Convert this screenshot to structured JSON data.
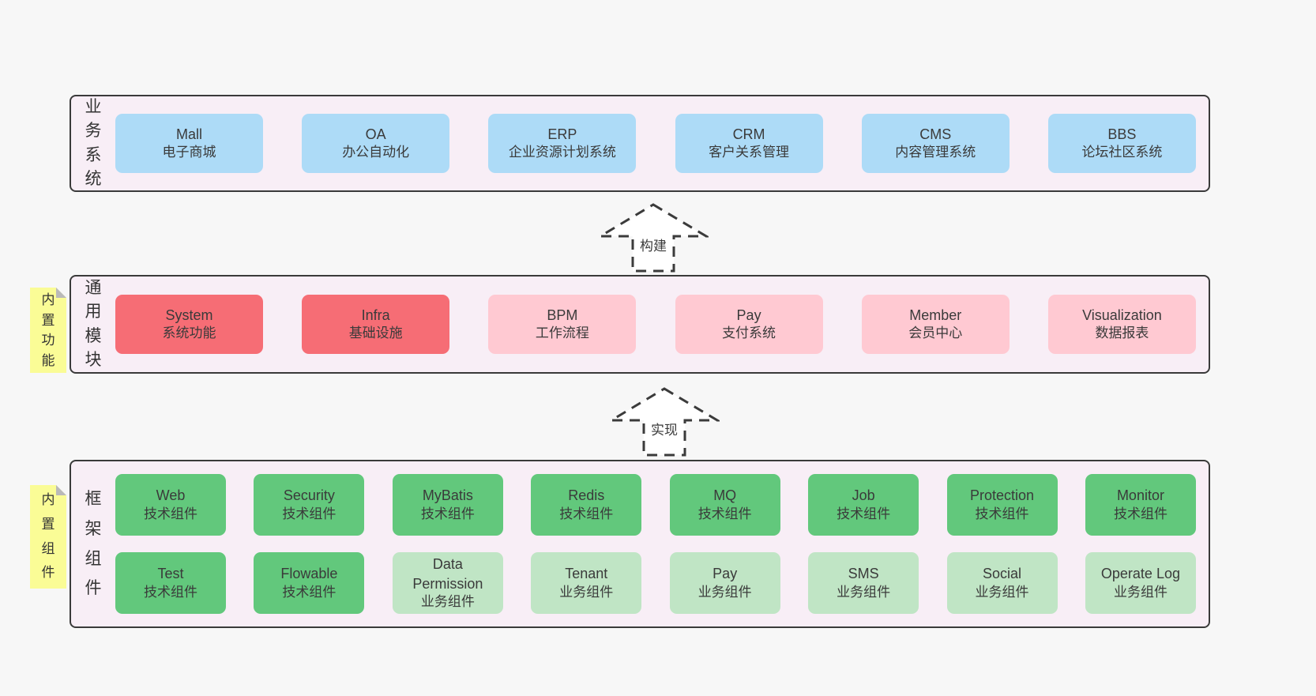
{
  "colors": {
    "page_bg": "#f7f7f7",
    "section_bg": "#f8eef6",
    "section_border": "#3a3a3a",
    "blue_box": "#addbf7",
    "red_box": "#f66d75",
    "pink_box": "#ffc9d2",
    "green_dark_box": "#62c87c",
    "green_light_box": "#c0e5c5",
    "note_yellow": "#fafc96",
    "text": "#3a3a3a"
  },
  "arrows": [
    {
      "label": "构建"
    },
    {
      "label": "实现"
    }
  ],
  "sections": [
    {
      "label": "业务系统",
      "boxes": [
        {
          "title": "Mall",
          "subtitle": "电子商城"
        },
        {
          "title": "OA",
          "subtitle": "办公自动化"
        },
        {
          "title": "ERP",
          "subtitle": "企业资源计划系统"
        },
        {
          "title": "CRM",
          "subtitle": "客户关系管理"
        },
        {
          "title": "CMS",
          "subtitle": "内容管理系统"
        },
        {
          "title": "BBS",
          "subtitle": "论坛社区系统"
        }
      ]
    },
    {
      "label": "通用模块",
      "note": "内置功能",
      "boxes": [
        {
          "title": "System",
          "subtitle": "系统功能"
        },
        {
          "title": "Infra",
          "subtitle": "基础设施"
        },
        {
          "title": "BPM",
          "subtitle": "工作流程"
        },
        {
          "title": "Pay",
          "subtitle": "支付系统"
        },
        {
          "title": "Member",
          "subtitle": "会员中心"
        },
        {
          "title": "Visualization",
          "subtitle": "数据报表"
        }
      ]
    },
    {
      "label": "框架组件",
      "note": "内置组件",
      "rows": [
        [
          {
            "title": "Web",
            "subtitle": "技术组件"
          },
          {
            "title": "Security",
            "subtitle": "技术组件"
          },
          {
            "title": "MyBatis",
            "subtitle": "技术组件"
          },
          {
            "title": "Redis",
            "subtitle": "技术组件"
          },
          {
            "title": "MQ",
            "subtitle": "技术组件"
          },
          {
            "title": "Job",
            "subtitle": "技术组件"
          },
          {
            "title": "Protection",
            "subtitle": "技术组件"
          },
          {
            "title": "Monitor",
            "subtitle": "技术组件"
          }
        ],
        [
          {
            "title": "Test",
            "subtitle": "技术组件"
          },
          {
            "title": "Flowable",
            "subtitle": "技术组件"
          },
          {
            "title": "Data Permission",
            "subtitle": "业务组件"
          },
          {
            "title": "Tenant",
            "subtitle": "业务组件"
          },
          {
            "title": "Pay",
            "subtitle": "业务组件"
          },
          {
            "title": "SMS",
            "subtitle": "业务组件"
          },
          {
            "title": "Social",
            "subtitle": "业务组件"
          },
          {
            "title": "Operate Log",
            "subtitle": "业务组件"
          }
        ]
      ]
    }
  ]
}
